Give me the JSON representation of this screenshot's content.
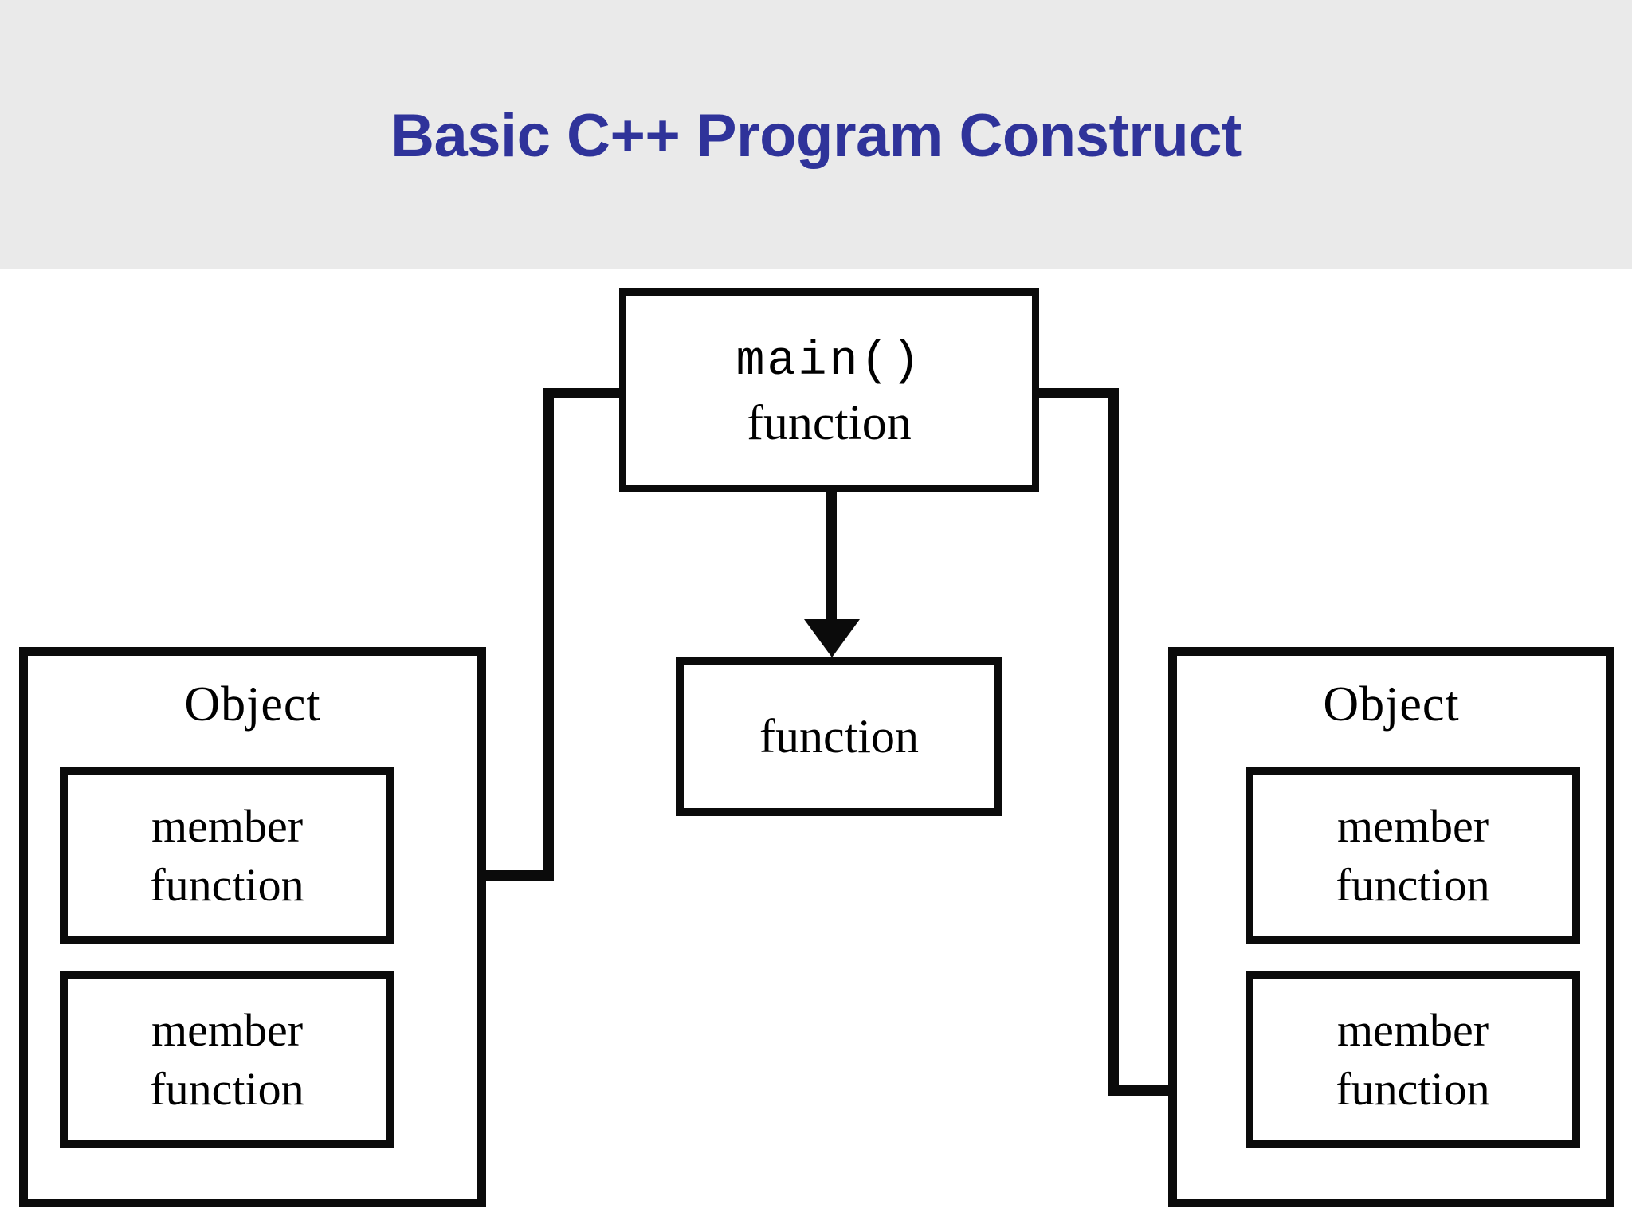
{
  "slide": {
    "title": "Basic C++ Program Construct",
    "title_color": "#2f339a",
    "title_band_color": "#eaeaea",
    "canvas_color": "#ffffff",
    "stroke_color": "#0b0b0b"
  },
  "diagram": {
    "main_box": {
      "line1": "main()",
      "line2": "function"
    },
    "center_function_box": {
      "label": "function"
    },
    "object_left": {
      "label": "Object",
      "members": [
        {
          "line1": "member",
          "line2": "function"
        },
        {
          "line1": "member",
          "line2": "function"
        }
      ]
    },
    "object_right": {
      "label": "Object",
      "members": [
        {
          "line1": "member",
          "line2": "function"
        },
        {
          "line1": "member",
          "line2": "function"
        }
      ]
    },
    "connectors": [
      {
        "name": "main-to-center-function",
        "direction": "down"
      },
      {
        "name": "main-to-left-member-function",
        "direction": "left"
      },
      {
        "name": "main-to-right-member-function",
        "direction": "right"
      }
    ]
  }
}
